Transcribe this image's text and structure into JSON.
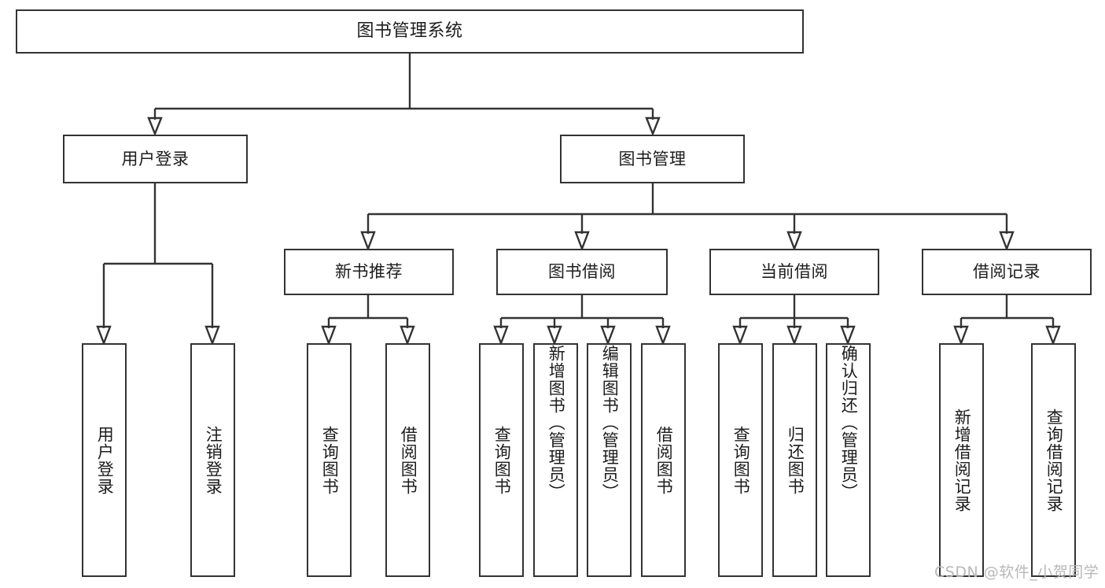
{
  "diagram": {
    "title": "图书管理系统",
    "type": "hierarchy-tree",
    "root": {
      "label": "图书管理系统"
    },
    "level2": [
      {
        "label": "用户登录"
      },
      {
        "label": "图书管理"
      }
    ],
    "level3": [
      {
        "label": "新书推荐"
      },
      {
        "label": "图书借阅"
      },
      {
        "label": "当前借阅"
      },
      {
        "label": "借阅记录"
      }
    ],
    "leaves": [
      {
        "label": "用户登录",
        "parent": "用户登录"
      },
      {
        "label": "注销登录",
        "parent": "用户登录"
      },
      {
        "label": "查询图书",
        "parent": "新书推荐"
      },
      {
        "label": "借阅图书",
        "parent": "新书推荐"
      },
      {
        "label": "查询图书",
        "parent": "图书借阅"
      },
      {
        "label": "新增图书（管理员）",
        "parent": "图书借阅"
      },
      {
        "label": "编辑图书（管理员）",
        "parent": "图书借阅"
      },
      {
        "label": "借阅图书",
        "parent": "图书借阅"
      },
      {
        "label": "查询图书",
        "parent": "当前借阅"
      },
      {
        "label": "归还图书",
        "parent": "当前借阅"
      },
      {
        "label": "确认归还（管理员）",
        "parent": "当前借阅"
      },
      {
        "label": "新增借阅记录",
        "parent": "借阅记录"
      },
      {
        "label": "查询借阅记录",
        "parent": "借阅记录"
      }
    ]
  },
  "watermark": {
    "text": "CSDN @软件_小贺同学"
  },
  "colors": {
    "stroke": "#333333",
    "fill": "#ffffff",
    "text": "#1c1c1c",
    "watermark": "#b8b8b8"
  }
}
